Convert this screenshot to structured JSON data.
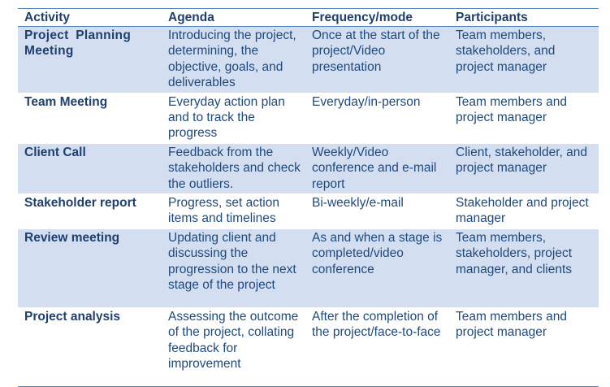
{
  "table": {
    "headers": [
      "Activity",
      "Agenda",
      "Frequency/mode",
      "Participants"
    ],
    "rows": [
      {
        "activity": "Project Planning Meeting",
        "agenda": "Introducing the project, determining, the objective, goals, and deliverables",
        "frequency": "Once at the start of the project/Video presentation",
        "participants": "Team members, stakeholders, and project manager"
      },
      {
        "activity": "Team Meeting",
        "agenda": "Everyday action plan and to track the progress",
        "frequency": "Everyday/in-person",
        "participants": "Team members and project manager"
      },
      {
        "activity": "Client Call",
        "agenda": "Feedback from the stakeholders and check the outliers.",
        "frequency": "Weekly/Video conference and e-mail report",
        "participants": "Client, stakeholder, and project manager"
      },
      {
        "activity": "Stakeholder report",
        "agenda": "Progress, set action items and timelines",
        "frequency": "Bi-weekly/e-mail",
        "participants": "Stakeholder and project manager"
      },
      {
        "activity": "Review meeting",
        "agenda": "Updating client and discussing the progression to the next stage of the project",
        "frequency": "As and when a stage is completed/video conference",
        "participants": "Team members, stakeholders, project manager, and clients"
      },
      {
        "activity": "Project analysis",
        "agenda": "Assessing the outcome of the project, collating feedback for improvement",
        "frequency": "After the completion of the project/face-to-face",
        "participants": "Team members and project manager"
      }
    ]
  }
}
